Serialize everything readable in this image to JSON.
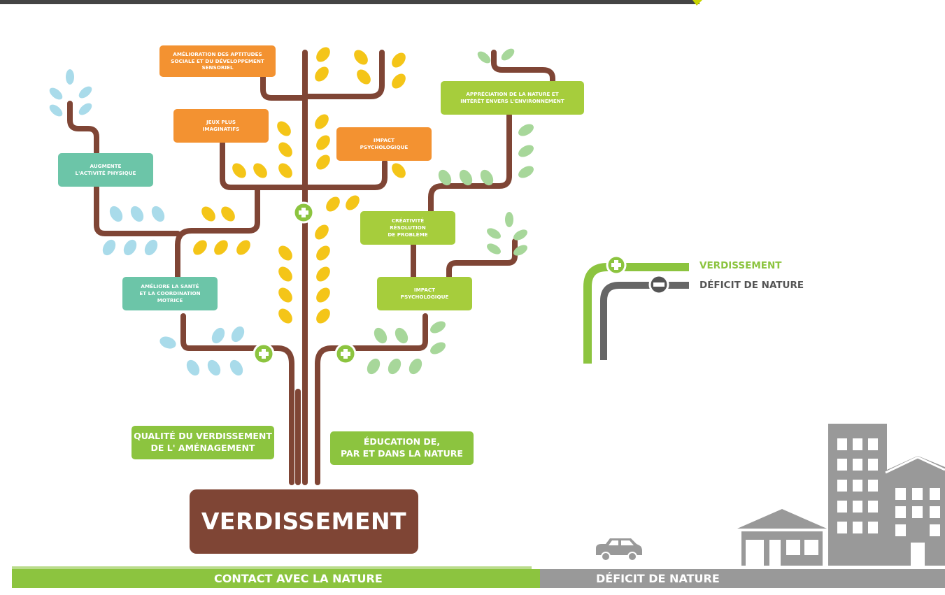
{
  "colors": {
    "trunk": "#7f4535",
    "orange": "#f39231",
    "teal": "#6cc5a8",
    "lime": "#a6cd3c",
    "green": "#8cc43f",
    "leaf_yellow": "#f4c518",
    "leaf_blue": "#a9dbea",
    "leaf_green": "#a7d79a",
    "gray": "#999999",
    "dark_gray": "#666666"
  },
  "boxes": {
    "amelioration_aptitudes": "AMÉLIORATION DES APTITUDES\nSOCIALE ET DU DÉVELOPPEMENT\nSENSORIEL",
    "jeux": "JEUX PLUS\nIMAGINATIFS",
    "impact_top": "IMPACT\nPSYCHOLOGIQUE",
    "appreciation": "APPRÉCIATION DE LA NATURE ET\nINTÉRÊT ENVERS L'ENVIRONNEMENT",
    "augmente": "AUGMENTE\nL'ACTIVITÉ PHYSIQUE",
    "creativite": "CRÉATIVITÉ\nRÉSOLUTION\nDE PROBLÈME",
    "ameliore_sante": "AMÉLIORE LA SANTÉ\nET LA COORDINATION\nMOTRICE",
    "impact_bottom": "IMPACT\nPSYCHOLOGIQUE",
    "qualite": "QUALITÉ DU VERDISSEMENT\nDE L' AMÉNAGEMENT",
    "education": "ÉDUCATION DE,\nPAR ET DANS LA NATURE",
    "verdissement_main": "VERDISSEMENT"
  },
  "legend": {
    "plus_label": "VERDISSEMENT",
    "minus_label": "DÉFICIT DE NATURE",
    "plus_icon": "plus-icon",
    "minus_icon": "minus-icon"
  },
  "bottom_bar": {
    "left": "CONTACT AVEC LA NATURE",
    "right": "DÉFICIT DE NATURE"
  },
  "icons": {
    "car": "car-icon",
    "building": "building-icon",
    "house": "house-icon"
  }
}
